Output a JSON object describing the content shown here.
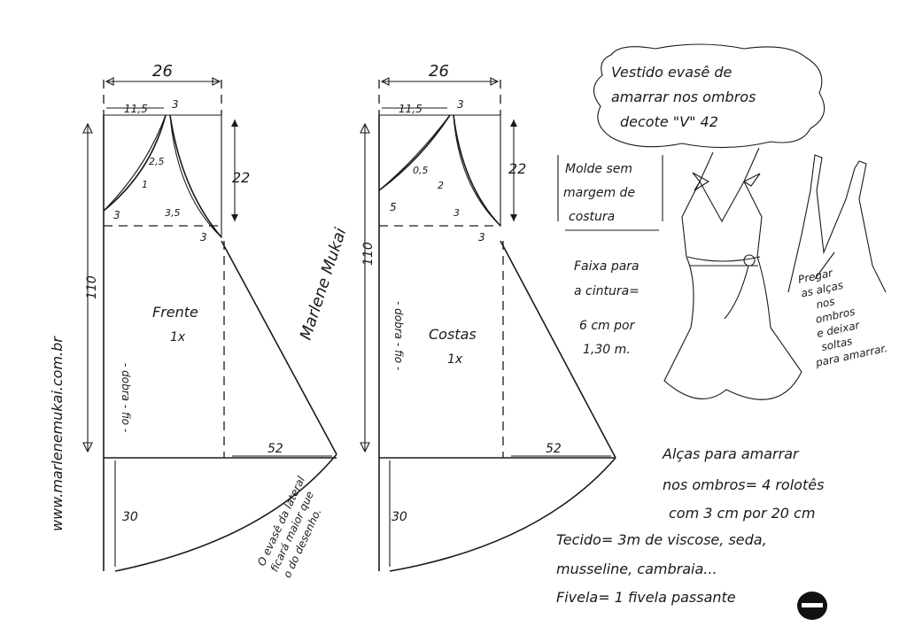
{
  "title_bubble": {
    "line1": "Vestido evasê de",
    "line2": "amarrar nos ombros",
    "line3": "decote \"V\" 42"
  },
  "note_box": {
    "line1": "Molde sem",
    "line2": "margem de",
    "line3": "costura"
  },
  "front": {
    "width": "26",
    "neck_width": "11,5",
    "shoulder_drop": "3",
    "armhole_height": "22",
    "neck_drop": "3",
    "neck_curve": "1",
    "armhole_curve_1": "2,5",
    "armhole_curve_2": "3,5",
    "side_drop": "3",
    "length": "110",
    "fold_label": "- dobra - fio -",
    "piece_name": "Frente",
    "piece_count": "1x",
    "flare": "52",
    "hem_depth": "30"
  },
  "back": {
    "width": "26",
    "neck_width": "11,5",
    "shoulder_drop": "3",
    "armhole_height": "22",
    "neck_drop": "5",
    "neck_curve": "0,5",
    "armhole_curve_1": "2",
    "armhole_curve_2": "3",
    "side_drop": "3",
    "length": "110",
    "fold_label": "- dobra - fio -",
    "piece_name": "Costas",
    "piece_count": "1x",
    "flare": "52",
    "hem_depth": "30"
  },
  "side_note": {
    "line1": "O evasê da lateral",
    "line2": "ficará maior que",
    "line3": "o do desenho."
  },
  "signature": "Marlene Mukai",
  "website": "www.marlenemukai.com.br",
  "belt_note": {
    "line1": "Faixa para",
    "line2": "a cintura=",
    "line3": "6 cm por",
    "line4": "1,30 m."
  },
  "strap_note": {
    "line1": "Pregar",
    "line2": "as alças",
    "line3": "nos",
    "line4": "ombros",
    "line5": "e deixar",
    "line6": "soltas",
    "line7": "para amarrar."
  },
  "materials": {
    "straps_line1": "Alças para amarrar",
    "straps_line2": "nos ombros= 4 rolotês",
    "straps_line3": "com 3 cm por 20 cm",
    "fabric_line1": "Tecido= 3m   de viscose, seda,",
    "fabric_line2": "musseline, cambraia...",
    "buckle_line": "Fivela= 1 fivela passante"
  }
}
